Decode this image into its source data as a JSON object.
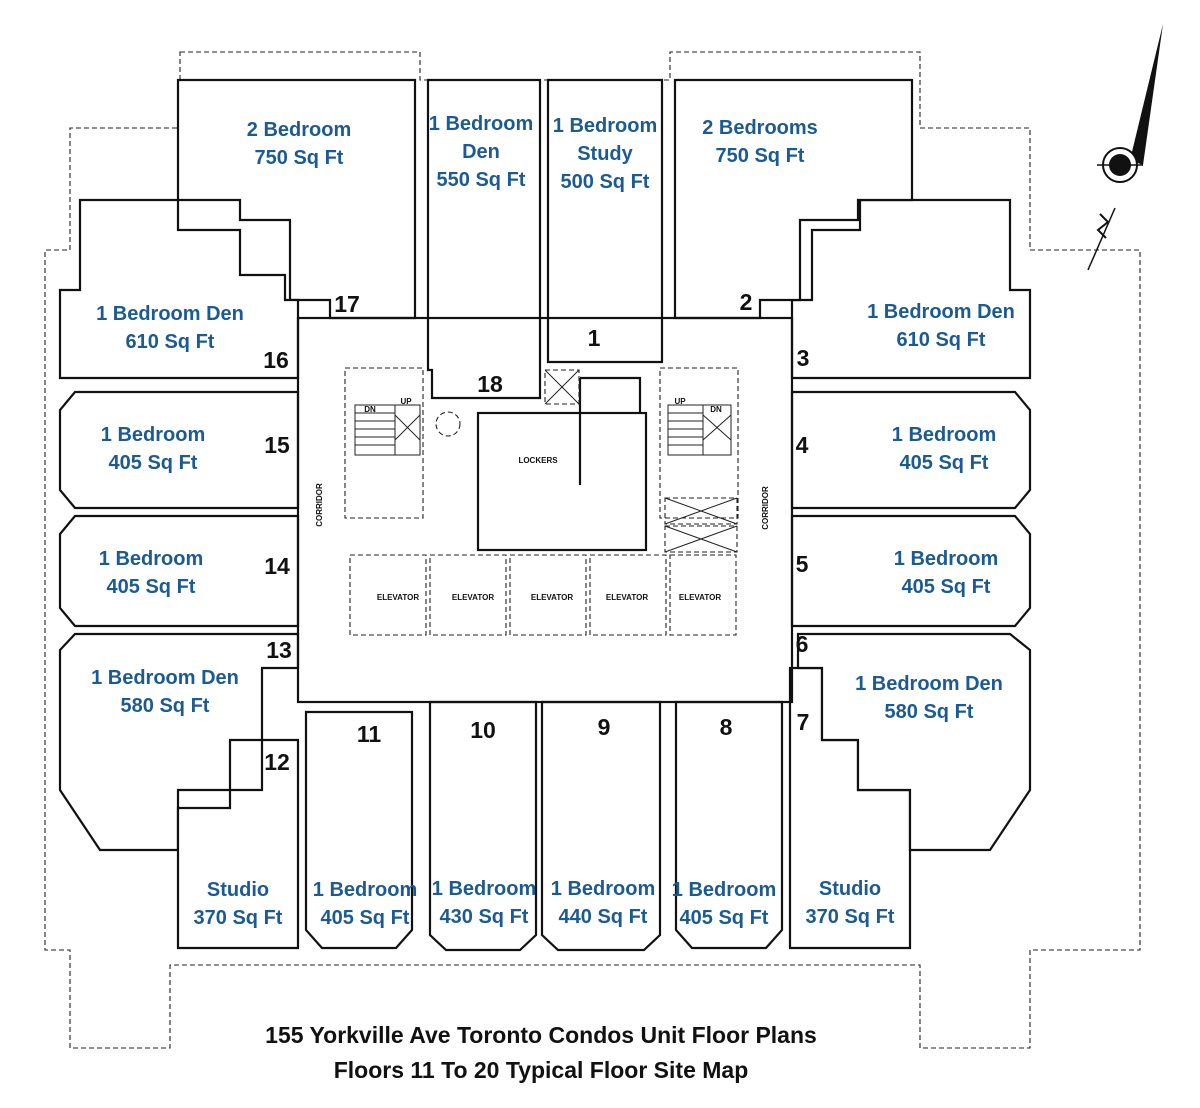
{
  "units": [
    {
      "number": "1",
      "type": "1 Bedroom",
      "sub": "Study",
      "size": "500 Sq Ft"
    },
    {
      "number": "2",
      "type": "2 Bedrooms",
      "sub": "",
      "size": "750 Sq Ft"
    },
    {
      "number": "3",
      "type": "1 Bedroom Den",
      "sub": "",
      "size": "610 Sq Ft"
    },
    {
      "number": "4",
      "type": "1 Bedroom",
      "sub": "",
      "size": "405 Sq Ft"
    },
    {
      "number": "5",
      "type": "1 Bedroom",
      "sub": "",
      "size": "405 Sq Ft"
    },
    {
      "number": "6",
      "type": "1 Bedroom Den",
      "sub": "",
      "size": "580 Sq Ft"
    },
    {
      "number": "7",
      "type": "Studio",
      "sub": "",
      "size": "370 Sq Ft"
    },
    {
      "number": "8",
      "type": "1 Bedroom",
      "sub": "",
      "size": "405 Sq Ft"
    },
    {
      "number": "9",
      "type": "1 Bedroom",
      "sub": "",
      "size": "440 Sq Ft"
    },
    {
      "number": "10",
      "type": "1 Bedroom",
      "sub": "",
      "size": "430 Sq Ft"
    },
    {
      "number": "11",
      "type": "1 Bedroom",
      "sub": "",
      "size": "405 Sq Ft"
    },
    {
      "number": "12",
      "type": "Studio",
      "sub": "",
      "size": "370 Sq Ft"
    },
    {
      "number": "13",
      "type": "1 Bedroom Den",
      "sub": "",
      "size": "580 Sq Ft"
    },
    {
      "number": "14",
      "type": "1 Bedroom",
      "sub": "",
      "size": "405 Sq Ft"
    },
    {
      "number": "15",
      "type": "1 Bedroom",
      "sub": "",
      "size": "405 Sq Ft"
    },
    {
      "number": "16",
      "type": "1 Bedroom Den",
      "sub": "",
      "size": "610 Sq Ft"
    },
    {
      "number": "17",
      "type": "2 Bedroom",
      "sub": "",
      "size": "750 Sq Ft"
    },
    {
      "number": "18",
      "type": "1 Bedroom",
      "sub": "Den",
      "size": "550 Sq Ft"
    }
  ],
  "core": {
    "lockers": "LOCKERS",
    "elevator": "ELEVATOR",
    "corridor": "CORRIDOR",
    "stair_up": "UP",
    "stair_down": "DN"
  },
  "caption": {
    "line1": "155 Yorkville Ave Toronto Condos Unit Floor Plans",
    "line2": "Floors 11 To 20 Typical Floor Site Map"
  }
}
